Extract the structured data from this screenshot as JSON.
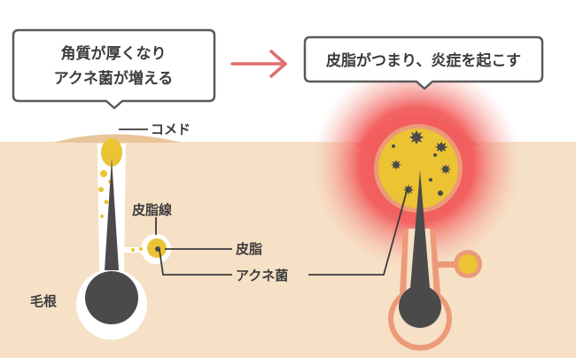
{
  "bubbles": {
    "left_line1": "角質が厚くなり",
    "left_line2": "アクネ菌が増える",
    "right": "皮脂がつまり、炎症を起こす"
  },
  "labels": {
    "comedo": "コメド",
    "sebaceous_gland": "皮脂線",
    "sebum": "皮脂",
    "acne_bacteria": "アクネ菌",
    "hair_root": "毛根"
  },
  "colors": {
    "skin": "#f6e0c6",
    "white": "#ffffff",
    "hair": "#4a4a4a",
    "sebum": "#ecc333",
    "inflammation": "#f06a6a",
    "arrow": "#e06e6e",
    "text": "#3c3c3c"
  }
}
